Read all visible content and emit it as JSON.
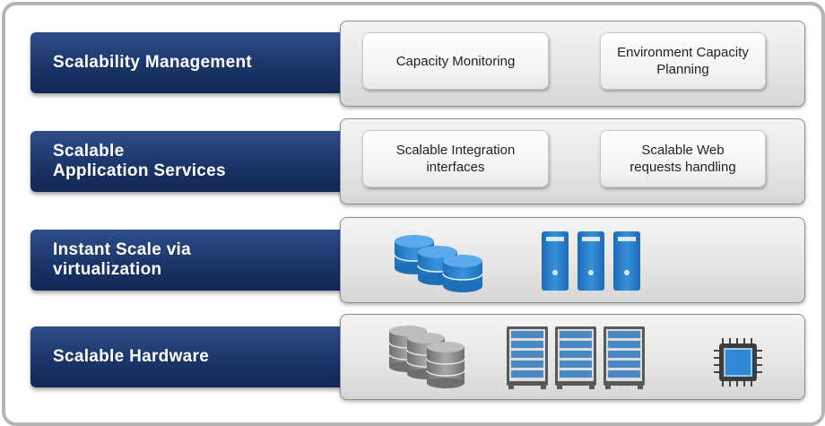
{
  "layers": [
    {
      "label": "Scalability Management",
      "boxes": [
        "Capacity Monitoring",
        "Environment Capacity\nPlanning"
      ]
    },
    {
      "label": "Scalable\nApplication Services",
      "boxes": [
        "Scalable Integration\ninterfaces",
        "Scalable Web\nrequests handling"
      ]
    },
    {
      "label": "Instant Scale via\nvirtualization",
      "icons": [
        "database-cluster-icon",
        "server-tower-icon"
      ]
    },
    {
      "label": "Scalable Hardware",
      "icons": [
        "database-cluster-icon",
        "server-rack-icon",
        "cpu-chip-icon"
      ]
    }
  ],
  "colors": {
    "label_blue": "#1b3568",
    "virtual_blue": "#2b7fc8",
    "hardware_gray": "#8a8a8a",
    "rack_blue": "#4a88c4"
  }
}
